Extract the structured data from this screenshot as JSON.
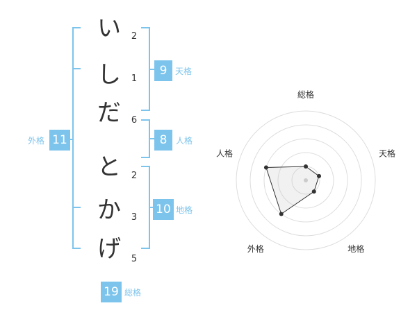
{
  "name": {
    "chars": [
      {
        "char": "い",
        "strokes": "2"
      },
      {
        "char": "し",
        "strokes": "1"
      },
      {
        "char": "だ",
        "strokes": "6"
      },
      {
        "char": "と",
        "strokes": "2"
      },
      {
        "char": "か",
        "strokes": "3"
      },
      {
        "char": "げ",
        "strokes": "5"
      }
    ]
  },
  "fortune": {
    "tenkaku": {
      "value": "9",
      "label": "天格"
    },
    "jinkaku": {
      "value": "8",
      "label": "人格"
    },
    "chikaku": {
      "value": "10",
      "label": "地格"
    },
    "gaikaku": {
      "value": "11",
      "label": "外格"
    },
    "soukaku": {
      "value": "19",
      "label": "総格"
    }
  },
  "colors": {
    "accent": "#7dc4ec",
    "text": "#333333"
  },
  "chart_data": {
    "type": "radar",
    "axes": [
      "総格",
      "天格",
      "地格",
      "外格",
      "人格"
    ],
    "values": [
      1,
      1,
      1,
      3,
      3
    ],
    "range": [
      0,
      5
    ],
    "rings": 5
  }
}
